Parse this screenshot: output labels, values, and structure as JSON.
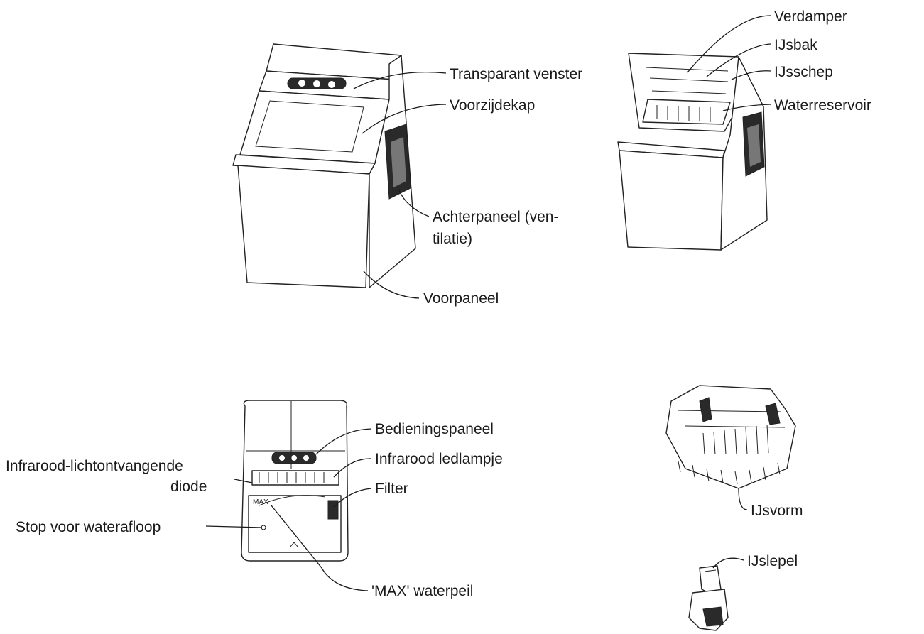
{
  "labels": {
    "transparant_venster": "Transparant venster",
    "voorzijdekap": "Voorzijdekap",
    "achterpaneel_line1": "Achterpaneel (ven-",
    "achterpaneel_line2": "tilatie)",
    "voorpaneel": "Voorpaneel",
    "verdamper": "Verdamper",
    "ijsbak": "IJsbak",
    "ijsschep": "IJsschep",
    "waterreservoir": "Waterreservoir",
    "bedieningspaneel": "Bedieningspaneel",
    "infrarood_ledlampje": "Infrarood ledlampje",
    "infrarood_diode_line1": "Infrarood-lichtontvangende",
    "infrarood_diode_line2": "diode",
    "filter": "Filter",
    "stop_waterafloop": "Stop voor waterafloop",
    "max_waterpeil": "'MAX' waterpeil",
    "ijsvorm": "IJsvorm",
    "ijslepel": "IJslepel",
    "max_mark": "MAX"
  }
}
